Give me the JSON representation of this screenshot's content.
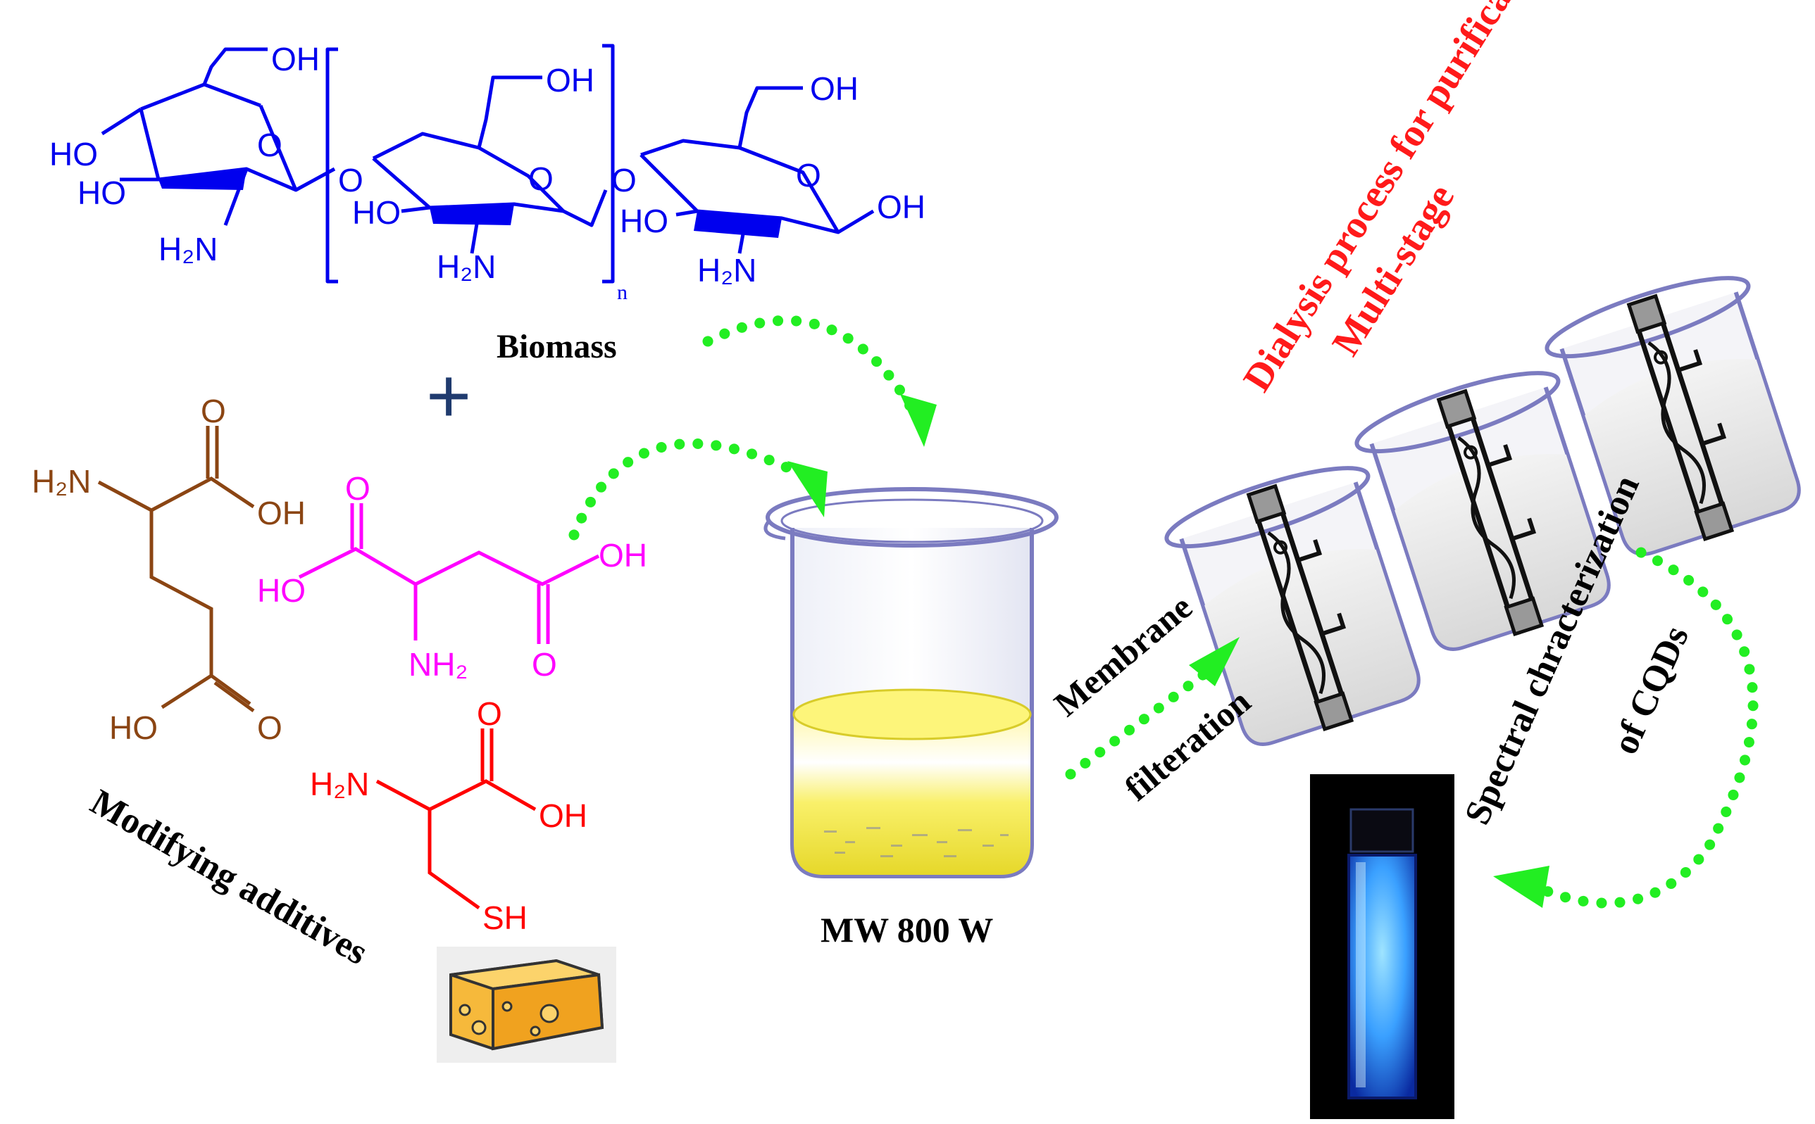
{
  "colors": {
    "chitosan": "#0000ee",
    "glutamic": "#8b4513",
    "aspartic": "#ff00ff",
    "cysteine": "#ff0000",
    "arrow": "#22ee22",
    "plus": "#1f3a6e",
    "dialysis_title": "#ff1a1a",
    "beaker_outline": "#7b7bc0",
    "solution": "#f5ee3a",
    "cuvette_glow": "#3aa8ff"
  },
  "labels": {
    "biomass": "Biomass",
    "modifying_additives": "Modifying additives",
    "microwave": "MW 800 W",
    "membrane": "Membrane",
    "filteration": "filteration",
    "dialysis_line1": "Dialysis process for purification -",
    "dialysis_line2": "Multi-stage",
    "spectral_line1": "Spectral chracterization",
    "spectral_line2": "of CQDs"
  },
  "chitosan": {
    "unit1": {
      "ch2oh": "OH",
      "ho1": "HO",
      "ho2": "HO",
      "ring_o": "O",
      "link_o": "O",
      "nh2": "H₂N"
    },
    "unit2": {
      "ch2oh": "OH",
      "ho": "HO",
      "ring_o": "O",
      "nh2": "H₂N",
      "repeat": "n",
      "link_o": "O"
    },
    "unit3": {
      "ch2oh": "OH",
      "ho": "HO",
      "ring_o": "O",
      "oh_end": "OH",
      "nh2": "H₂N"
    }
  },
  "glutamic_acid": {
    "o_top": "O",
    "oh_top": "OH",
    "nh2": "H₂N",
    "ho_bottom": "HO",
    "o_bottom": "O"
  },
  "aspartic_acid": {
    "o_left": "O",
    "ho_left": "HO",
    "nh2": "NH₂",
    "oh_right": "OH",
    "o_right": "O"
  },
  "cysteine": {
    "o": "O",
    "oh": "OH",
    "nh2": "H₂N",
    "sh": "SH"
  },
  "plus_sign": "+"
}
